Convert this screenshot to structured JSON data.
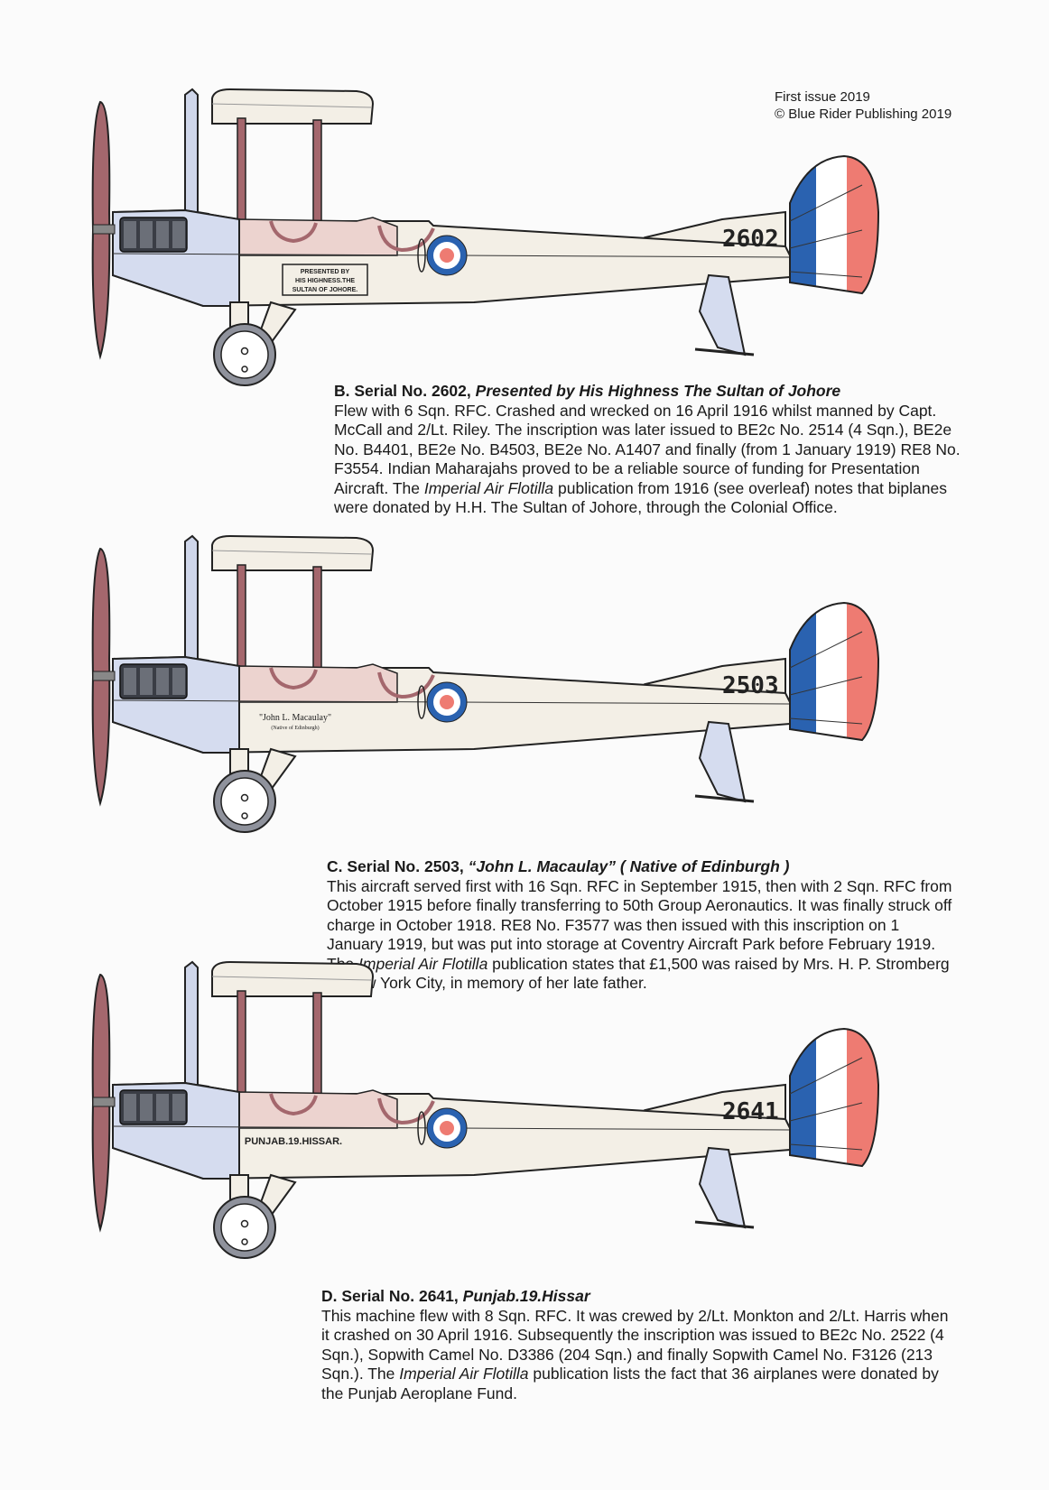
{
  "header": {
    "issue": "First issue 2019",
    "copyright": "© Blue Rider Publishing 2019"
  },
  "colors": {
    "tail_blue": "#2a62b0",
    "tail_white": "#ffffff",
    "tail_red": "#ee7b72",
    "fuselage_cream": "#f3efe6",
    "cockpit_pink": "#ecd3cf",
    "engine_lightblue": "#d5dcef",
    "strut_maroon": "#a4676d",
    "wheel_grey": "#8f929c"
  },
  "entries": [
    {
      "letter": "B.",
      "serial_label": "Serial No. 2602,",
      "name": "Presented by His Highness The Sultan of Johore",
      "fuselage_serial": "2602",
      "inscription": [
        "PRESENTED BY",
        "HIS HIGHNESS.THE",
        "SULTAN OF JOHORE."
      ],
      "body_parts": [
        "Flew with 6 Sqn. RFC. Crashed and wrecked on 16 April 1916 whilst manned by Capt. McCall and 2/Lt. Riley. The inscription was later issued to BE2c No. 2514 (4 Sqn.), BE2e No. B4401, BE2e No. B4503, BE2e No. A1407 and finally (from 1 January 1919) RE8 No. F3554. Indian Maharajahs proved to be a reliable source of funding for Presentation Aircraft. The ",
        "Imperial Air Flotilla",
        " publication from 1916 (see overleaf) notes that biplanes were donated by H.H. The Sultan of Johore, through the Colonial Office."
      ]
    },
    {
      "letter": "C.",
      "serial_label": "Serial No. 2503,",
      "name": "“John L. Macaulay” ( Native of Edinburgh )",
      "fuselage_serial": "2503",
      "inscription": [
        "\"John L. Macaulay\"",
        "(Native of Edinburgh)"
      ],
      "body_parts": [
        "This aircraft served first with 16 Sqn. RFC in September 1915, then with 2 Sqn. RFC from October 1915 before finally transferring to 50th Group Aeronautics. It was finally struck off charge in October 1918. RE8 No. F3577 was then issued with this inscription on 1 January 1919, but was put into storage at Coventry Aircraft Park before February 1919. The ",
        "Imperial Air Flotilla",
        " publication states that £1,500 was raised by Mrs. H. P. Stromberg of New York City, in memory of her late father."
      ]
    },
    {
      "letter": "D.",
      "serial_label": "Serial No. 2641,",
      "name": "Punjab.19.Hissar",
      "fuselage_serial": "2641",
      "inscription": [
        "PUNJAB.19.HISSAR."
      ],
      "body_parts": [
        "This machine flew with 8 Sqn. RFC. It was crewed by 2/Lt. Monkton and 2/Lt. Harris when it crashed on 30 April 1916. Subsequently the inscription was issued to BE2c No. 2522 (4 Sqn.), Sopwith Camel No. D3386 (204 Sqn.) and finally Sopwith Camel No. F3126 (213 Sqn.). The ",
        "Imperial Air Flotilla",
        " publication lists the fact that 36 airplanes were donated by the Punjab Aeroplane Fund."
      ]
    }
  ]
}
